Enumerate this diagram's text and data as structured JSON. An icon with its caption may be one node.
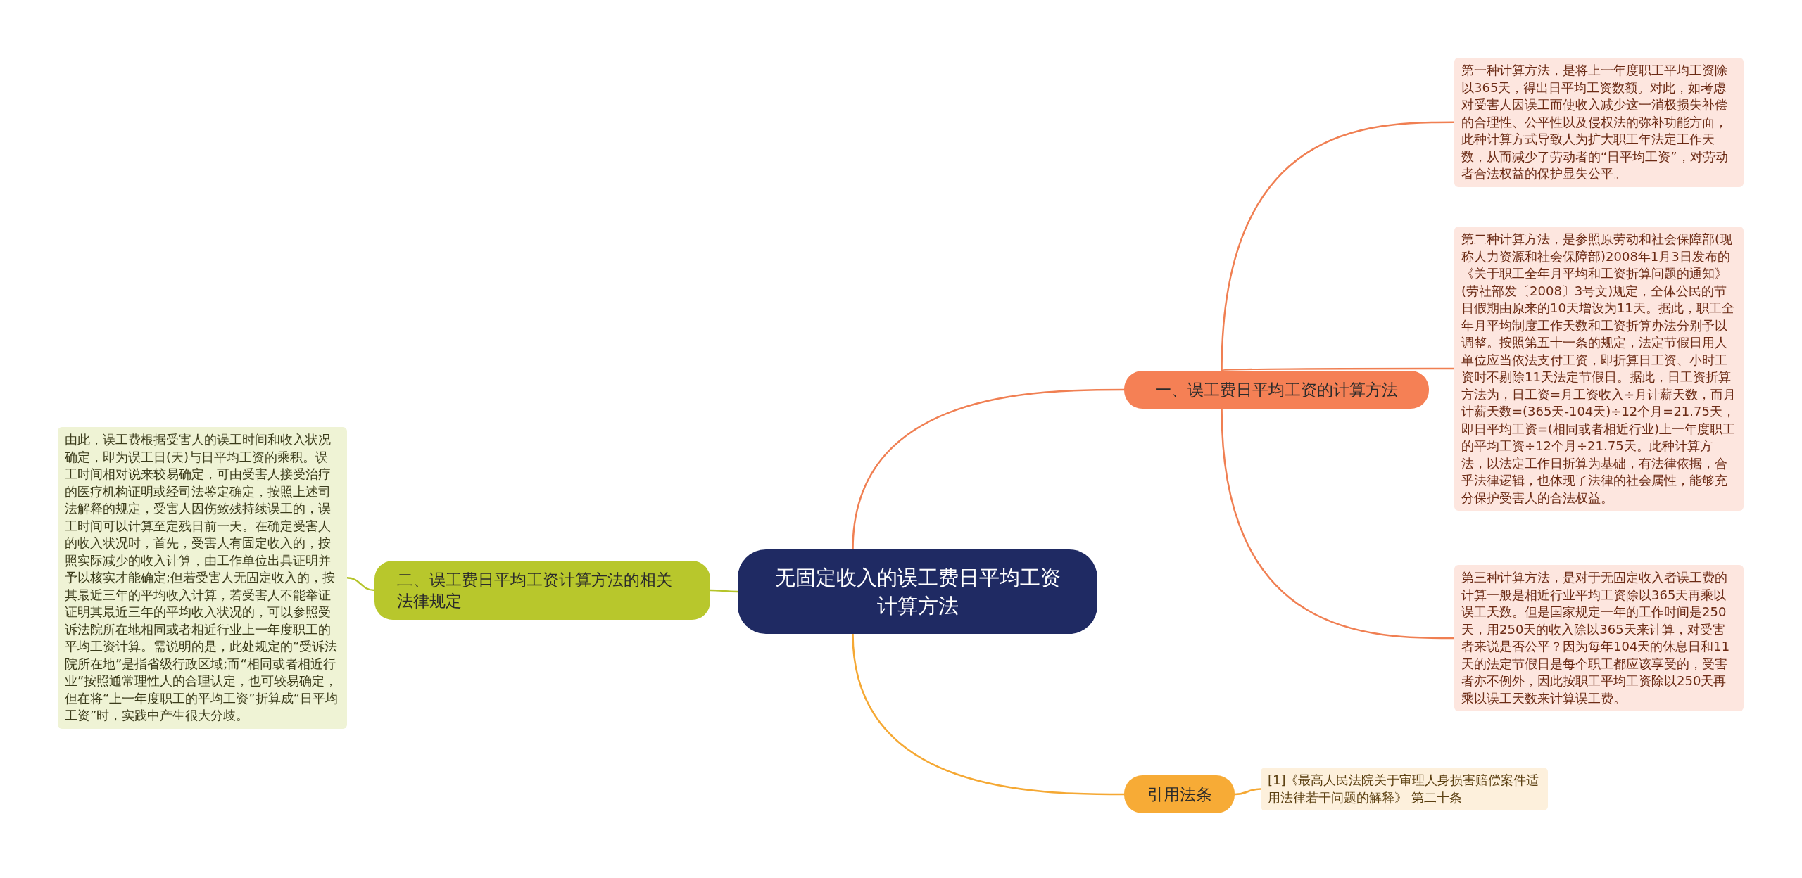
{
  "diagram": {
    "nodes": [
      {
        "text": [
          "无固定收入的误工费日平均工资计算方法"
        ]
      },
      {
        "text": [
          "一、误工费日平均工资的计算方法"
        ]
      },
      {
        "text": [
          "第一种计算方法，是将上一年度职工平均工资除以365天，得出日平均工资数额。对此，如考虑对受害人因误工而使收入减少这一消极损失补偿的合理性、公平性以及侵权法的弥补功能方面，此种计算方式导致人为扩大职工年法定工作天数，从而减少了劳动者的“日平均工资”，对劳动者合法权益的保护显失公平。"
        ]
      },
      {
        "text": [
          "第二种计算方法，是参照原劳动和社会保障部(现称人力资源和社会保障部)2008年1月3日发布的《关于职工全年月平均和工资折算问题的通知》(劳社部发〔2008〕3号文)规定，全体公民的节日假期由原来的10天增设为11天。据此，职工全年月平均制度工作天数和工资折算办法分别予以调整。按照第五十一条的规定，法定节假日用人单位应当依法支付工资，即折算日工资、小时工资时不剔除11天法定节假日。据此，日工资折算方法为，日工资=月工资收入÷月计薪天数，而月计薪天数=(365天-104天)÷12个月=21.75天，即日平均工资=(相同或者相近行业)上一年度职工的平均工资÷12个月÷21.75天。此种计算方法，以法定工作日折算为基础，有法律依据，合乎法律逻辑，也体现了法律的社会属性，能够充分保护受害人的合法权益。"
        ]
      },
      {
        "text": [
          "第三种计算方法，是对于无固定收入者误工费的计算一般是相近行业平均工资除以365天再乘以误工天数。但是国家规定一年的工作时间是250天，用250天的收入除以365天来计算，对受害者来说是否公平？因为每年104天的休息日和11天的法定节假日是每个职工都应该享受的，受害者亦不例外，因此按职工平均工资除以250天再乘以误工天数来计算误工费。"
        ]
      },
      {
        "text": [
          "二、误工费日平均工资计算方法的相关法律规定"
        ]
      },
      {
        "text": [
          "由此，误工费根据受害人的误工时间和收入状况确定，即为误工日(天)与日平均工资的乘积。误工时间相对说来较易确定，可由受害人接受治疗的医疗机构证明或经司法鉴定确定，按照上述司法解释的规定，受害人因伤致残持续误工的，误工时间可以计算至定残日前一天。在确定受害人的收入状况时，首先，受害人有固定收入的，按照实际减少的收入计算，由工作单位出具证明并予以核实才能确定;但若受害人无固定收入的，按其最近三年的平均收入计算，若受害人不能举证证明其最近三年的平均收入状况的，可以参照受诉法院所在地相同或者相近行业上一年度职工的平均工资计算。需说明的是，此处规定的“受诉法院所在地”是指省级行政区域;而“相同或者相近行业”按照通常理性人的合理认定，也可较易确定，但在将“上一年度职工的平均工资”折算成“日平均工资”时，实践中产生很大分歧。"
        ]
      },
      {
        "text": [
          "引用法条"
        ]
      },
      {
        "text": [
          "[1]《最高人民法院关于审理人身损害赔偿案件适用法律若干问题的解释》 第二十条"
        ]
      }
    ],
    "edges": [
      {
        "from": 0,
        "to": 1,
        "arrow": "none",
        "color": "#f07f52"
      },
      {
        "from": 1,
        "to": 2,
        "arrow": "none",
        "color": "#f07f52"
      },
      {
        "from": 1,
        "to": 3,
        "arrow": "none",
        "color": "#f07f52"
      },
      {
        "from": 1,
        "to": 4,
        "arrow": "none",
        "color": "#f07f52"
      },
      {
        "from": 0,
        "to": 5,
        "arrow": "none",
        "color": "#b5c42a"
      },
      {
        "from": 5,
        "to": 6,
        "arrow": "none",
        "color": "#b5c42a"
      },
      {
        "from": 0,
        "to": 7,
        "arrow": "none",
        "color": "#f5a833"
      },
      {
        "from": 7,
        "to": 8,
        "arrow": "none",
        "color": "#f5a833"
      }
    ]
  }
}
